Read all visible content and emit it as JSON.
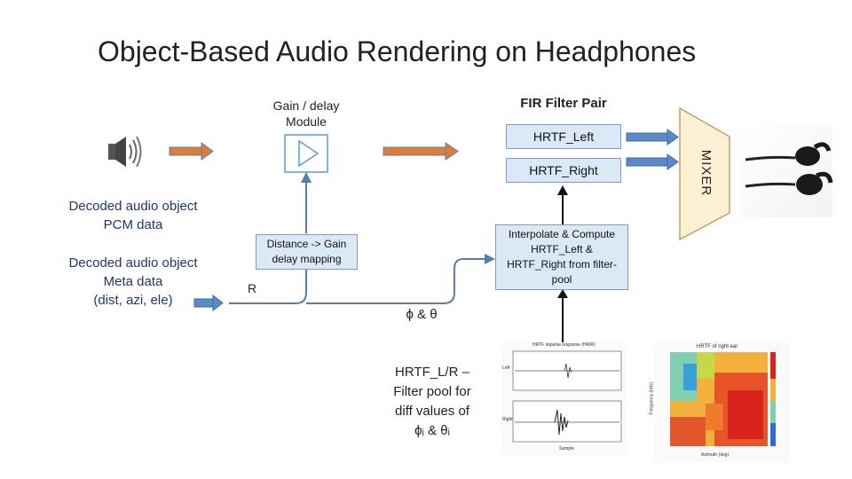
{
  "title": "Object-Based Audio Rendering on Headphones",
  "labels": {
    "gain_delay": [
      "Gain / delay",
      "Module"
    ],
    "fir_filter_pair": "FIR Filter Pair",
    "hrtf_left": "HRTF_Left",
    "hrtf_right": "HRTF_Right",
    "mixer": "MIXER",
    "pcm": [
      "Decoded audio object",
      "PCM data"
    ],
    "meta": [
      "Decoded audio object",
      "Meta data",
      "(dist, azi, ele)"
    ],
    "distance_mapping": [
      "Distance -> Gain",
      "delay mapping"
    ],
    "r": "R",
    "interpolate": [
      "Interpolate & Compute",
      "HRTF_Left &",
      "HRTF_Right from filter-",
      "pool"
    ],
    "phi_theta": "ϕ & θ",
    "filter_pool": [
      "HRTF_L/R –",
      "Filter pool for",
      "diff values of",
      "ϕᵢ & θᵢ"
    ]
  },
  "plots": {
    "impulse_title": "HRTF impulse response (HRIR)",
    "impulse_left_axis": "Left",
    "impulse_right_axis": "Right",
    "impulse_xlabel": "Sample",
    "heatmap_title": "HRTF of right ear",
    "heatmap_ylabel": "Frequency (kHz)",
    "heatmap_xlabel": "Azimuth (deg)"
  },
  "colors": {
    "arrow_orange": "#e07b39",
    "arrow_blue": "#5b8ac6",
    "box_fill": "#dbe8f6",
    "mixer_fill": "#fdf0d5",
    "mixer_border": "#b8a36b",
    "triangle": "#5b9bd5",
    "line": "#5a7ca8"
  },
  "icons": [
    "speaker-icon",
    "earphones-icon"
  ]
}
